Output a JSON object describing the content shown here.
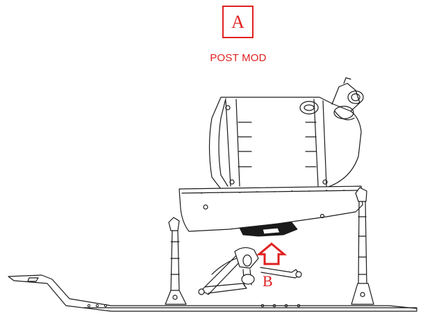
{
  "labels": {
    "view_letter": "A",
    "caption": "POST MOD",
    "callout": "B"
  },
  "colors": {
    "annotation": "#e02020",
    "line_art": "#1a1a1a"
  },
  "icons": {
    "callout_arrow": "arrow-up-icon"
  }
}
